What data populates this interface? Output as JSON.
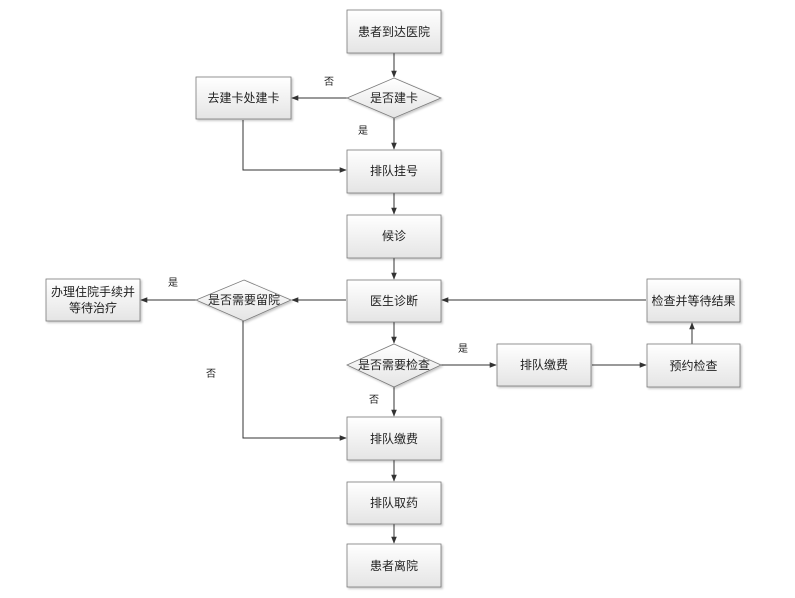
{
  "nodes": {
    "arrive": "患者到达医院",
    "has_card": "是否建卡",
    "make_card": "去建卡处建卡",
    "queue_register": "排队挂号",
    "wait_visit": "候诊",
    "diagnosis": "医生诊断",
    "need_admission": "是否需要留院",
    "admission_line1": "办理住院手续并",
    "admission_line2": "等待治疗",
    "need_exam": "是否需要检查",
    "queue_pay_exam": "排队缴费",
    "book_exam": "预约检查",
    "exam_wait": "检查并等待结果",
    "queue_pay": "排队缴费",
    "queue_medicine": "排队取药",
    "leave": "患者离院"
  },
  "edge_labels": {
    "card_no": "否",
    "card_yes": "是",
    "admit_yes": "是",
    "admit_no": "否",
    "exam_yes": "是",
    "exam_no": "否"
  }
}
